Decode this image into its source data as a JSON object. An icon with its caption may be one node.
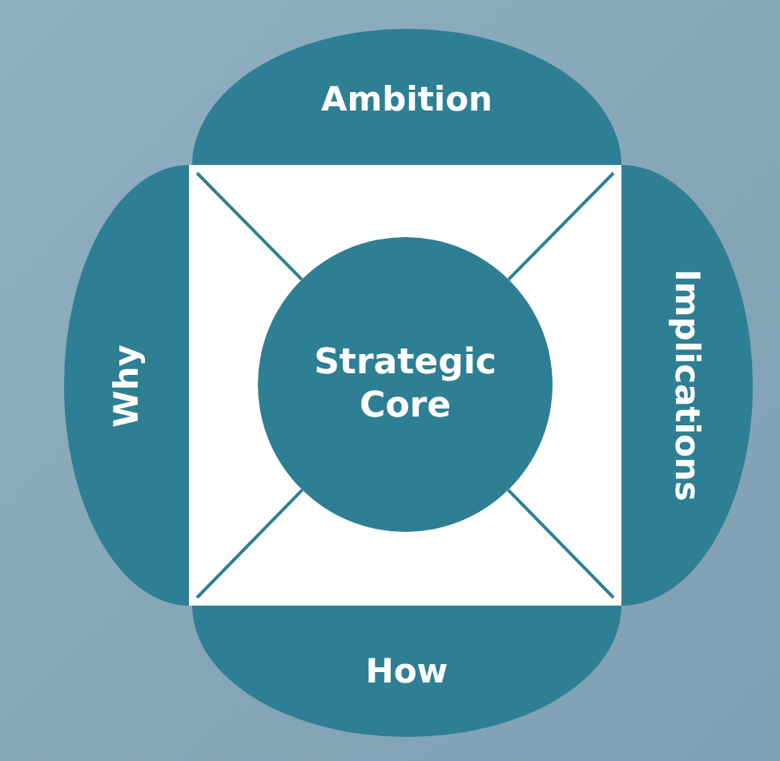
{
  "diagram": {
    "nodes": [
      {
        "text": [
          "Ambition"
        ]
      },
      {
        "text": [
          "Why"
        ]
      },
      {
        "text": [],
        "shape": "box"
      },
      {
        "text": [
          "Strategic Core"
        ],
        "in": 2
      },
      {
        "text": [
          "Implications"
        ]
      },
      {
        "text": [
          "How"
        ]
      }
    ],
    "edges": [
      {
        "from": 2,
        "to": 3,
        "arrow": "none"
      },
      {
        "from": 2,
        "to": 3,
        "arrow": "none"
      },
      {
        "from": 2,
        "to": 3,
        "arrow": "none"
      },
      {
        "from": 2,
        "to": 3,
        "arrow": "none"
      }
    ]
  }
}
